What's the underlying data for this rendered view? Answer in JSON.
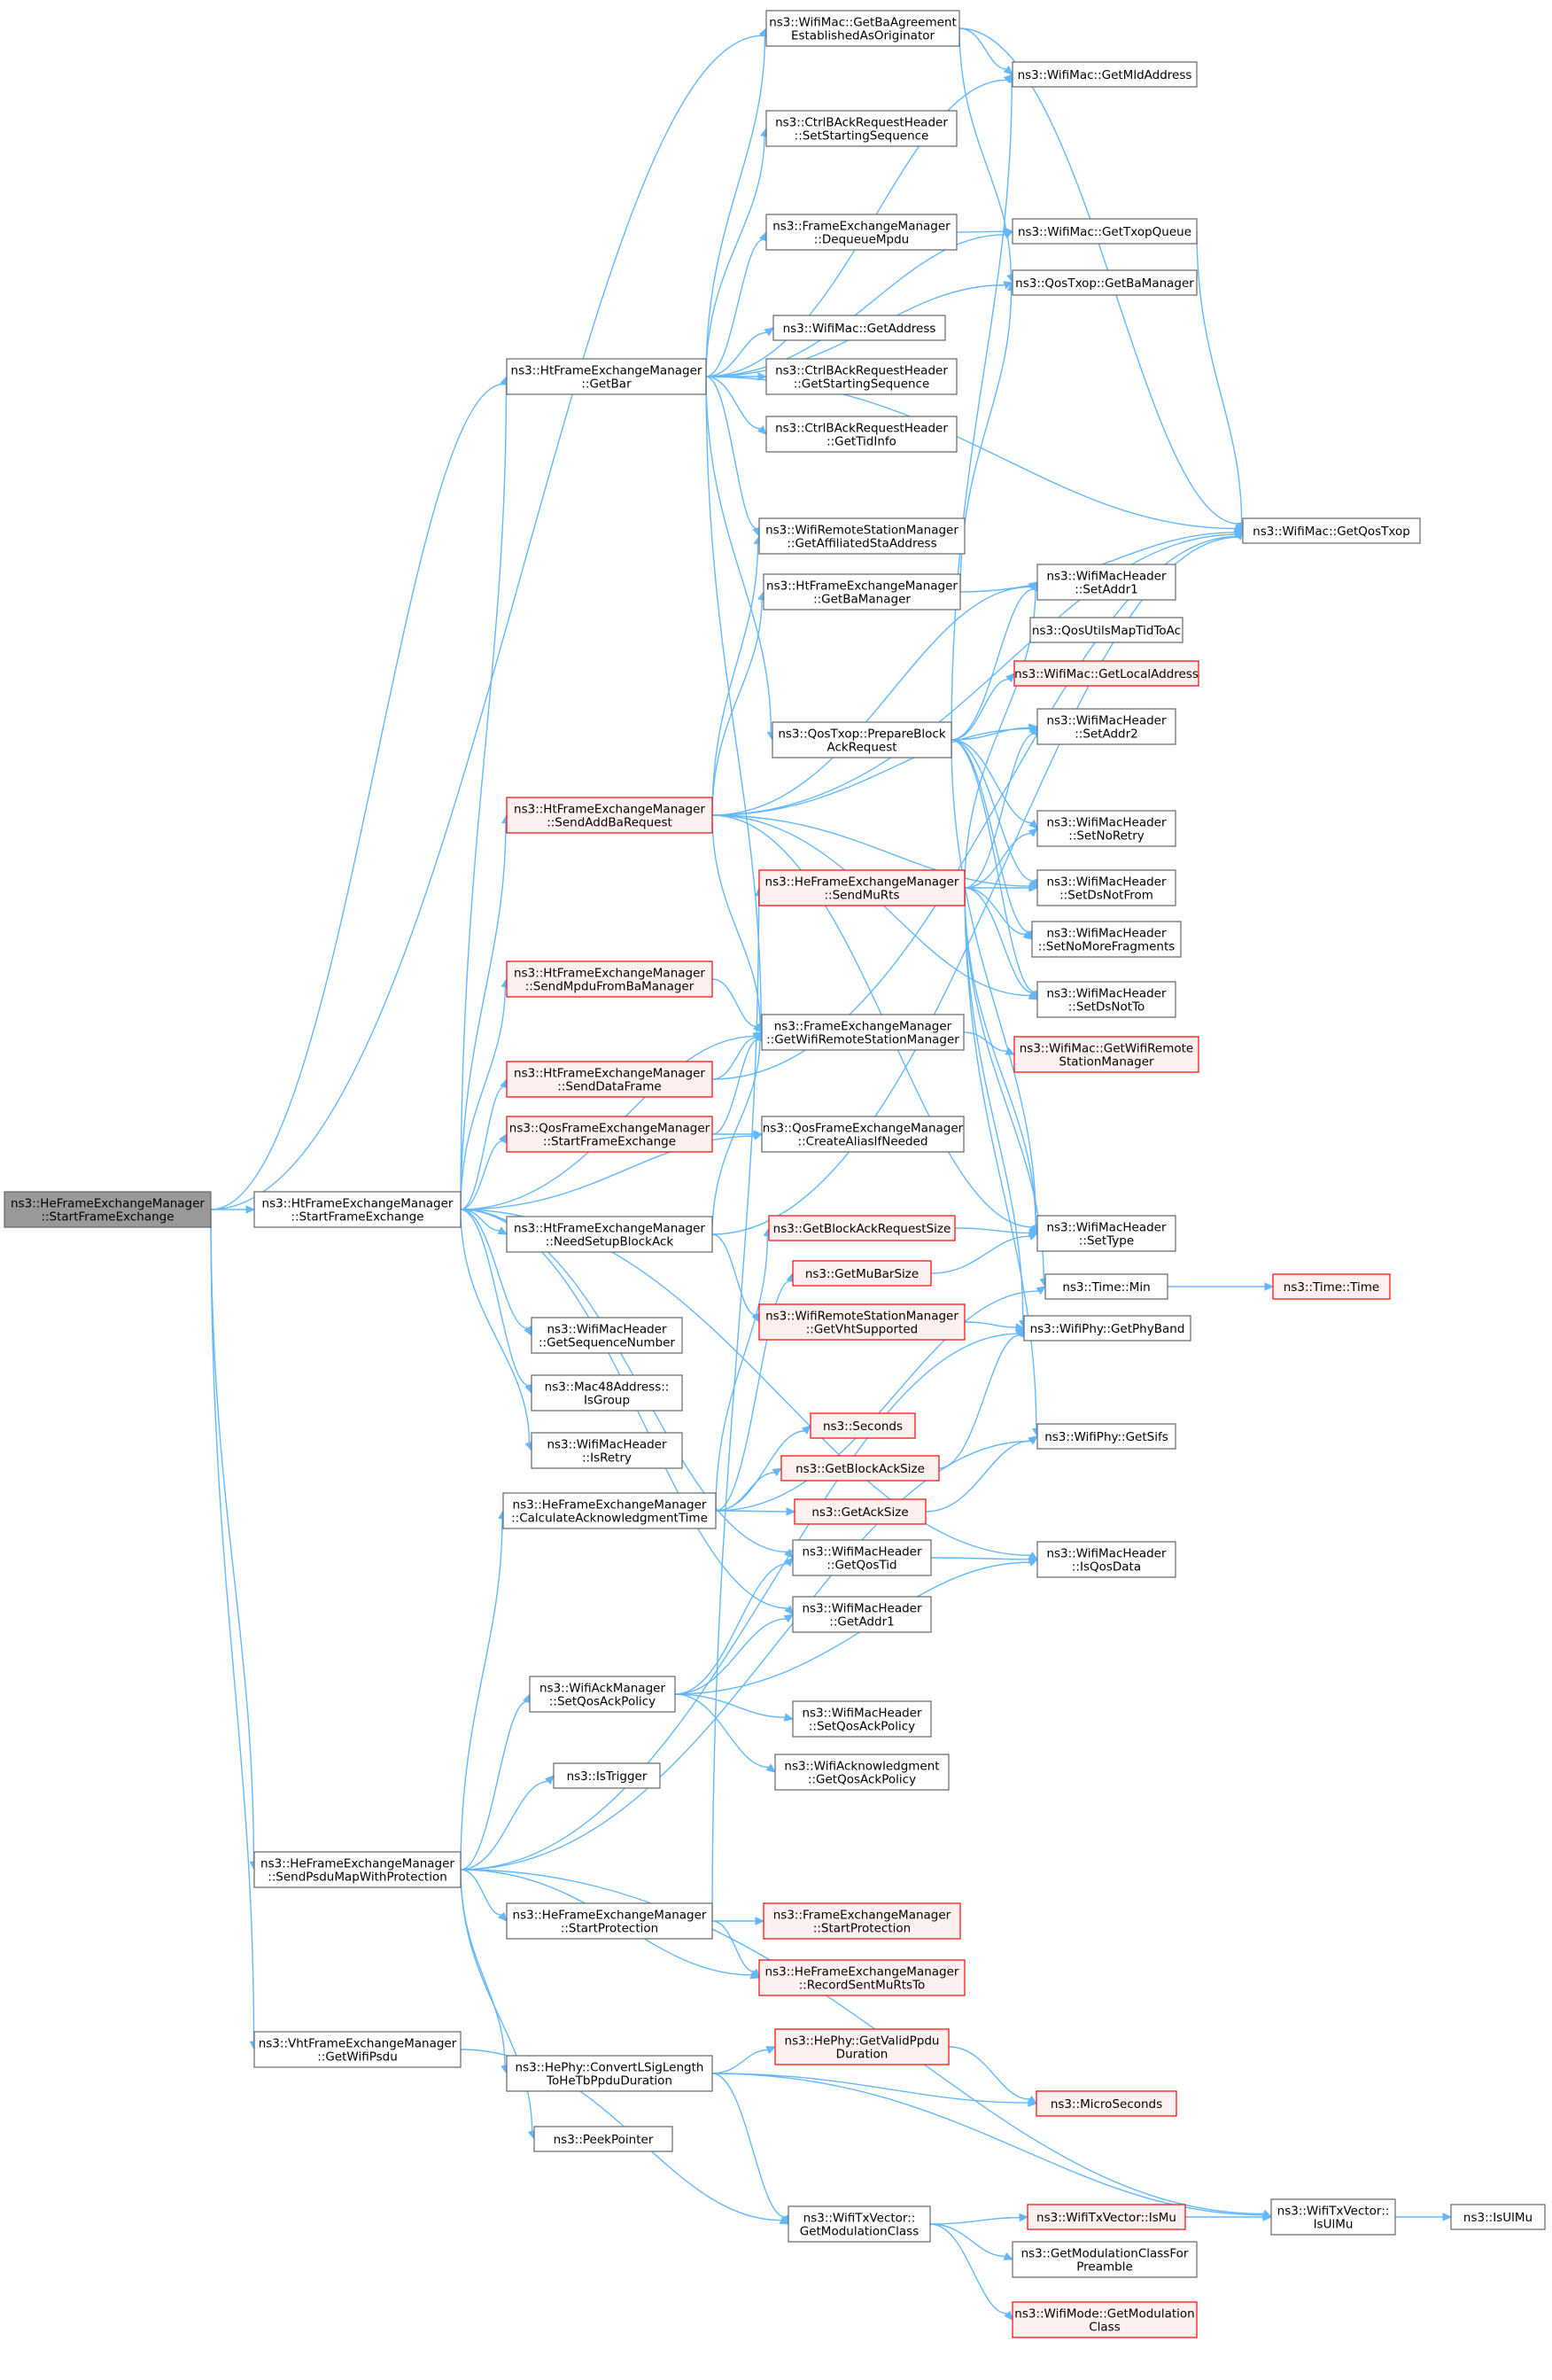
{
  "colors": {
    "edge": "#63b8ff",
    "node_fill": "#ffffff",
    "node_border": "#666666",
    "root_fill": "#999999",
    "root_border": "#666666",
    "red_fill": "#fff0f0",
    "red_border": "#ff0000"
  },
  "nodes": [
    {
      "id": "root",
      "lines": [
        "ns3::HeFrameExchangeManager",
        "::StartFrameExchange"
      ],
      "style": "root"
    },
    {
      "id": "ht_start",
      "lines": [
        "ns3::HtFrameExchangeManager",
        "::StartFrameExchange"
      ],
      "style": "normal"
    },
    {
      "id": "ht_getbar",
      "lines": [
        "ns3::HtFrameExchangeManager",
        "::GetBar"
      ],
      "style": "normal"
    },
    {
      "id": "getbaagree",
      "lines": [
        "ns3::WifiMac::GetBaAgreement",
        "EstablishedAsOriginator"
      ],
      "style": "normal"
    },
    {
      "id": "getmld",
      "lines": [
        "ns3::WifiMac::GetMldAddress"
      ],
      "style": "normal"
    },
    {
      "id": "ctrl_setss",
      "lines": [
        "ns3::CtrlBAckRequestHeader",
        "::SetStartingSequence"
      ],
      "style": "normal"
    },
    {
      "id": "fem_dequeue",
      "lines": [
        "ns3::FrameExchangeManager",
        "::DequeueMpdu"
      ],
      "style": "normal"
    },
    {
      "id": "gettxopq",
      "lines": [
        "ns3::WifiMac::GetTxopQueue"
      ],
      "style": "normal"
    },
    {
      "id": "getbamgr_qos",
      "lines": [
        "ns3::QosTxop::GetBaManager"
      ],
      "style": "normal"
    },
    {
      "id": "getaddress",
      "lines": [
        "ns3::WifiMac::GetAddress"
      ],
      "style": "normal"
    },
    {
      "id": "ctrl_getss",
      "lines": [
        "ns3::CtrlBAckRequestHeader",
        "::GetStartingSequence"
      ],
      "style": "normal"
    },
    {
      "id": "ctrl_gettid",
      "lines": [
        "ns3::CtrlBAckRequestHeader",
        "::GetTidInfo"
      ],
      "style": "normal"
    },
    {
      "id": "wrsm_affil",
      "lines": [
        "ns3::WifiRemoteStationManager",
        "::GetAffiliatedStaAddress"
      ],
      "style": "normal"
    },
    {
      "id": "getqostxop",
      "lines": [
        "ns3::WifiMac::GetQosTxop"
      ],
      "style": "normal"
    },
    {
      "id": "ht_getbamgr",
      "lines": [
        "ns3::HtFrameExchangeManager",
        "::GetBaManager"
      ],
      "style": "normal"
    },
    {
      "id": "setaddr1",
      "lines": [
        "ns3::WifiMacHeader",
        "::SetAddr1"
      ],
      "style": "normal"
    },
    {
      "id": "qosmaptid",
      "lines": [
        "ns3::QosUtilsMapTidToAc"
      ],
      "style": "normal"
    },
    {
      "id": "getlocal",
      "lines": [
        "ns3::WifiMac::GetLocalAddress"
      ],
      "style": "red"
    },
    {
      "id": "prepbar",
      "lines": [
        "ns3::QosTxop::PrepareBlock",
        "AckRequest"
      ],
      "style": "normal"
    },
    {
      "id": "setaddr2",
      "lines": [
        "ns3::WifiMacHeader",
        "::SetAddr2"
      ],
      "style": "normal"
    },
    {
      "id": "sendaddba",
      "lines": [
        "ns3::HtFrameExchangeManager",
        "::SendAddBaRequest"
      ],
      "style": "red"
    },
    {
      "id": "setnoretry",
      "lines": [
        "ns3::WifiMacHeader",
        "::SetNoRetry"
      ],
      "style": "normal"
    },
    {
      "id": "sendmurts",
      "lines": [
        "ns3::HeFrameExchangeManager",
        "::SendMuRts"
      ],
      "style": "red"
    },
    {
      "id": "setdsnotfrom",
      "lines": [
        "ns3::WifiMacHeader",
        "::SetDsNotFrom"
      ],
      "style": "normal"
    },
    {
      "id": "setnomorefrag",
      "lines": [
        "ns3::WifiMacHeader",
        "::SetNoMoreFragments"
      ],
      "style": "normal"
    },
    {
      "id": "sendmpdufromba",
      "lines": [
        "ns3::HtFrameExchangeManager",
        "::SendMpduFromBaManager"
      ],
      "style": "red"
    },
    {
      "id": "setdsnotto",
      "lines": [
        "ns3::WifiMacHeader",
        "::SetDsNotTo"
      ],
      "style": "normal"
    },
    {
      "id": "fem_getwrsm",
      "lines": [
        "ns3::FrameExchangeManager",
        "::GetWifiRemoteStationManager"
      ],
      "style": "normal"
    },
    {
      "id": "mac_getwrsm",
      "lines": [
        "ns3::WifiMac::GetWifiRemote",
        "StationManager"
      ],
      "style": "red"
    },
    {
      "id": "senddata",
      "lines": [
        "ns3::HtFrameExchangeManager",
        "::SendDataFrame"
      ],
      "style": "red"
    },
    {
      "id": "qos_start",
      "lines": [
        "ns3::QosFrameExchangeManager",
        "::StartFrameExchange"
      ],
      "style": "red"
    },
    {
      "id": "qos_alias",
      "lines": [
        "ns3::QosFrameExchangeManager",
        "::CreateAliasIfNeeded"
      ],
      "style": "normal"
    },
    {
      "id": "needsetupba",
      "lines": [
        "ns3::HtFrameExchangeManager",
        "::NeedSetupBlockAck"
      ],
      "style": "normal"
    },
    {
      "id": "getbarsize",
      "lines": [
        "ns3::GetBlockAckRequestSize"
      ],
      "style": "red"
    },
    {
      "id": "settype",
      "lines": [
        "ns3::WifiMacHeader",
        "::SetType"
      ],
      "style": "normal"
    },
    {
      "id": "getmubarsize",
      "lines": [
        "ns3::GetMuBarSize"
      ],
      "style": "red"
    },
    {
      "id": "timemin",
      "lines": [
        "ns3::Time::Min"
      ],
      "style": "normal"
    },
    {
      "id": "timetime",
      "lines": [
        "ns3::Time::Time"
      ],
      "style": "red"
    },
    {
      "id": "getvht",
      "lines": [
        "ns3::WifiRemoteStationManager",
        "::GetVhtSupported"
      ],
      "style": "red"
    },
    {
      "id": "getphyband",
      "lines": [
        "ns3::WifiPhy::GetPhyBand"
      ],
      "style": "normal"
    },
    {
      "id": "getseqnum",
      "lines": [
        "ns3::WifiMacHeader",
        "::GetSequenceNumber"
      ],
      "style": "normal"
    },
    {
      "id": "isgroup",
      "lines": [
        "ns3::Mac48Address::",
        "IsGroup"
      ],
      "style": "normal"
    },
    {
      "id": "seconds",
      "lines": [
        "ns3::Seconds"
      ],
      "style": "red"
    },
    {
      "id": "isretry",
      "lines": [
        "ns3::WifiMacHeader",
        "::IsRetry"
      ],
      "style": "normal"
    },
    {
      "id": "getsifs",
      "lines": [
        "ns3::WifiPhy::GetSifs"
      ],
      "style": "normal"
    },
    {
      "id": "getbasize",
      "lines": [
        "ns3::GetBlockAckSize"
      ],
      "style": "red"
    },
    {
      "id": "calcack",
      "lines": [
        "ns3::HeFrameExchangeManager",
        "::CalculateAcknowledgmentTime"
      ],
      "style": "normal"
    },
    {
      "id": "getacksize",
      "lines": [
        "ns3::GetAckSize"
      ],
      "style": "red"
    },
    {
      "id": "getqostid",
      "lines": [
        "ns3::WifiMacHeader",
        "::GetQosTid"
      ],
      "style": "normal"
    },
    {
      "id": "isqosdata",
      "lines": [
        "ns3::WifiMacHeader",
        "::IsQosData"
      ],
      "style": "normal"
    },
    {
      "id": "getaddr1",
      "lines": [
        "ns3::WifiMacHeader",
        "::GetAddr1"
      ],
      "style": "normal"
    },
    {
      "id": "setqosack",
      "lines": [
        "ns3::WifiAckManager",
        "::SetQosAckPolicy"
      ],
      "style": "normal"
    },
    {
      "id": "hdr_setqosack",
      "lines": [
        "ns3::WifiMacHeader",
        "::SetQosAckPolicy"
      ],
      "style": "normal"
    },
    {
      "id": "ackn_getqos",
      "lines": [
        "ns3::WifiAcknowledgment",
        "::GetQosAckPolicy"
      ],
      "style": "normal"
    },
    {
      "id": "istrigger",
      "lines": [
        "ns3::IsTrigger"
      ],
      "style": "normal"
    },
    {
      "id": "sendpsdumap",
      "lines": [
        "ns3::HeFrameExchangeManager",
        "::SendPsduMapWithProtection"
      ],
      "style": "normal"
    },
    {
      "id": "he_startprot",
      "lines": [
        "ns3::HeFrameExchangeManager",
        "::StartProtection"
      ],
      "style": "normal"
    },
    {
      "id": "fem_startprot",
      "lines": [
        "ns3::FrameExchangeManager",
        "::StartProtection"
      ],
      "style": "red"
    },
    {
      "id": "recordmurts",
      "lines": [
        "ns3::HeFrameExchangeManager",
        "::RecordSentMuRtsTo"
      ],
      "style": "red"
    },
    {
      "id": "vht_getpsdu",
      "lines": [
        "ns3::VhtFrameExchangeManager",
        "::GetWifiPsdu"
      ],
      "style": "normal"
    },
    {
      "id": "getvalidppdu",
      "lines": [
        "ns3::HePhy::GetValidPpdu",
        "Duration"
      ],
      "style": "red"
    },
    {
      "id": "convlsig",
      "lines": [
        "ns3::HePhy::ConvertLSigLength",
        "ToHeTbPpduDuration"
      ],
      "style": "normal"
    },
    {
      "id": "microseconds",
      "lines": [
        "ns3::MicroSeconds"
      ],
      "style": "red"
    },
    {
      "id": "peekpointer",
      "lines": [
        "ns3::PeekPointer"
      ],
      "style": "normal"
    },
    {
      "id": "txv_isulmu",
      "lines": [
        "ns3::WifiTxVector::",
        "IsUlMu"
      ],
      "style": "normal"
    },
    {
      "id": "txv_ismu",
      "lines": [
        "ns3::WifiTxVector::IsMu"
      ],
      "style": "red"
    },
    {
      "id": "isulmu",
      "lines": [
        "ns3::IsUlMu"
      ],
      "style": "normal"
    },
    {
      "id": "txv_getmod",
      "lines": [
        "ns3::WifiTxVector::",
        "GetModulationClass"
      ],
      "style": "normal"
    },
    {
      "id": "getmodpre",
      "lines": [
        "ns3::GetModulationClassFor",
        "Preamble"
      ],
      "style": "normal"
    },
    {
      "id": "wm_getmod",
      "lines": [
        "ns3::WifiMode::GetModulation",
        "Class"
      ],
      "style": "red"
    }
  ],
  "edges": [
    [
      "root",
      "ht_start"
    ],
    [
      "root",
      "getbaagree"
    ],
    [
      "root",
      "ht_getbar"
    ],
    [
      "root",
      "sendpsdumap"
    ],
    [
      "root",
      "vht_getpsdu"
    ],
    [
      "ht_start",
      "ht_getbar"
    ],
    [
      "ht_start",
      "sendaddba"
    ],
    [
      "ht_start",
      "sendmpdufromba"
    ],
    [
      "ht_start",
      "fem_getwrsm"
    ],
    [
      "ht_start",
      "senddata"
    ],
    [
      "ht_start",
      "qos_start"
    ],
    [
      "ht_start",
      "qos_alias"
    ],
    [
      "ht_start",
      "needsetupba"
    ],
    [
      "ht_start",
      "getseqnum"
    ],
    [
      "ht_start",
      "isgroup"
    ],
    [
      "ht_start",
      "isretry"
    ],
    [
      "ht_start",
      "getaddr1"
    ],
    [
      "ht_start",
      "getqostid"
    ],
    [
      "ht_start",
      "isqosdata"
    ],
    [
      "ht_getbar",
      "getbaagree"
    ],
    [
      "ht_getbar",
      "getmld"
    ],
    [
      "ht_getbar",
      "ctrl_setss"
    ],
    [
      "ht_getbar",
      "fem_dequeue"
    ],
    [
      "ht_getbar",
      "gettxopq"
    ],
    [
      "ht_getbar",
      "getbamgr_qos"
    ],
    [
      "ht_getbar",
      "getaddress"
    ],
    [
      "ht_getbar",
      "ctrl_getss"
    ],
    [
      "ht_getbar",
      "ctrl_gettid"
    ],
    [
      "ht_getbar",
      "wrsm_affil"
    ],
    [
      "ht_getbar",
      "getqostxop"
    ],
    [
      "ht_getbar",
      "prepbar"
    ],
    [
      "ht_getbar",
      "fem_getwrsm"
    ],
    [
      "getbaagree",
      "getmld"
    ],
    [
      "getbaagree",
      "getqostxop"
    ],
    [
      "getbaagree",
      "getbamgr_qos"
    ],
    [
      "fem_dequeue",
      "gettxopq"
    ],
    [
      "gettxopq",
      "getqostxop"
    ],
    [
      "ht_getbamgr",
      "getqostxop"
    ],
    [
      "ht_getbamgr",
      "getbamgr_qos"
    ],
    [
      "prepbar",
      "getmld"
    ],
    [
      "prepbar",
      "getlocal"
    ],
    [
      "prepbar",
      "setaddr1"
    ],
    [
      "prepbar",
      "setaddr2"
    ],
    [
      "prepbar",
      "setnoretry"
    ],
    [
      "prepbar",
      "setdsnotfrom"
    ],
    [
      "prepbar",
      "setnomorefrag"
    ],
    [
      "prepbar",
      "setdsnotto"
    ],
    [
      "prepbar",
      "settype"
    ],
    [
      "sendaddba",
      "wrsm_affil"
    ],
    [
      "sendaddba",
      "ht_getbamgr"
    ],
    [
      "sendaddba",
      "setaddr1"
    ],
    [
      "sendaddba",
      "setaddr2"
    ],
    [
      "sendaddba",
      "getqostxop"
    ],
    [
      "sendaddba",
      "setdsnotfrom"
    ],
    [
      "sendaddba",
      "setdsnotto"
    ],
    [
      "sendaddba",
      "fem_getwrsm"
    ],
    [
      "sendaddba",
      "settype"
    ],
    [
      "sendmurts",
      "setaddr1"
    ],
    [
      "sendmurts",
      "setaddr2"
    ],
    [
      "sendmurts",
      "setnoretry"
    ],
    [
      "sendmurts",
      "setdsnotfrom"
    ],
    [
      "sendmurts",
      "setnomorefrag"
    ],
    [
      "sendmurts",
      "setdsnotto"
    ],
    [
      "sendmurts",
      "settype"
    ],
    [
      "sendmurts",
      "timemin"
    ],
    [
      "sendmurts",
      "getphyband"
    ],
    [
      "sendmurts",
      "getsifs"
    ],
    [
      "sendmpdufromba",
      "fem_getwrsm"
    ],
    [
      "senddata",
      "fem_getwrsm"
    ],
    [
      "senddata",
      "getqostxop"
    ],
    [
      "qos_start",
      "fem_getwrsm"
    ],
    [
      "qos_start",
      "qos_alias"
    ],
    [
      "fem_getwrsm",
      "mac_getwrsm"
    ],
    [
      "needsetupba",
      "getqostxop"
    ],
    [
      "needsetupba",
      "fem_getwrsm"
    ],
    [
      "needsetupba",
      "getvht"
    ],
    [
      "getbarsize",
      "settype"
    ],
    [
      "getmubarsize",
      "settype"
    ],
    [
      "timemin",
      "timetime"
    ],
    [
      "getvht",
      "getphyband"
    ],
    [
      "getbasize",
      "getphyband"
    ],
    [
      "getacksize",
      "getsifs"
    ],
    [
      "calcack",
      "getbarsize"
    ],
    [
      "calcack",
      "getmubarsize"
    ],
    [
      "calcack",
      "seconds"
    ],
    [
      "calcack",
      "getbasize"
    ],
    [
      "calcack",
      "getacksize"
    ],
    [
      "calcack",
      "timemin"
    ],
    [
      "getqostid",
      "isqosdata"
    ],
    [
      "setqosack",
      "getqostid"
    ],
    [
      "setqosack",
      "getaddr1"
    ],
    [
      "setqosack",
      "isqosdata"
    ],
    [
      "setqosack",
      "hdr_setqosack"
    ],
    [
      "setqosack",
      "ackn_getqos"
    ],
    [
      "sendpsdumap",
      "calcack"
    ],
    [
      "sendpsdumap",
      "setqosack"
    ],
    [
      "sendpsdumap",
      "istrigger"
    ],
    [
      "sendpsdumap",
      "he_startprot"
    ],
    [
      "sendpsdumap",
      "convlsig"
    ],
    [
      "sendpsdumap",
      "peekpointer"
    ],
    [
      "sendpsdumap",
      "txv_isulmu"
    ],
    [
      "sendpsdumap",
      "getsifs"
    ],
    [
      "sendpsdumap",
      "getphyband"
    ],
    [
      "sendpsdumap",
      "recordmurts"
    ],
    [
      "he_startprot",
      "sendmurts"
    ],
    [
      "he_startprot",
      "fem_startprot"
    ],
    [
      "he_startprot",
      "recordmurts"
    ],
    [
      "vht_getpsdu",
      "txv_getmod"
    ],
    [
      "convlsig",
      "getvalidppdu"
    ],
    [
      "convlsig",
      "microseconds"
    ],
    [
      "convlsig",
      "txv_getmod"
    ],
    [
      "convlsig",
      "txv_isulmu"
    ],
    [
      "getvalidppdu",
      "microseconds"
    ],
    [
      "txv_getmod",
      "txv_ismu"
    ],
    [
      "txv_getmod",
      "getmodpre"
    ],
    [
      "txv_getmod",
      "wm_getmod"
    ],
    [
      "txv_ismu",
      "txv_isulmu"
    ],
    [
      "txv_isulmu",
      "isulmu"
    ]
  ]
}
